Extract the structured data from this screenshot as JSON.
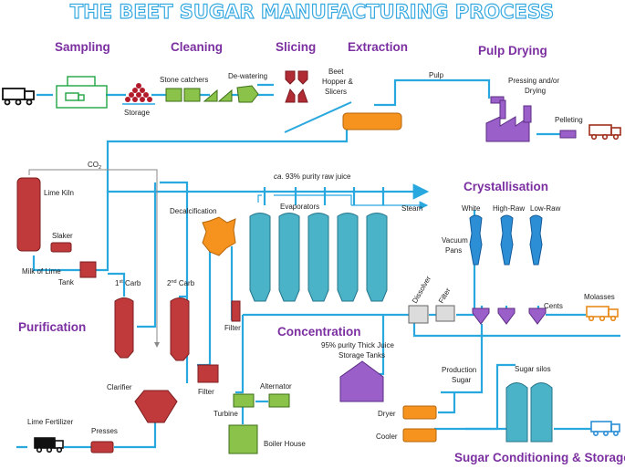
{
  "title": "THE BEET SUGAR MANUFACTURING PROCESS",
  "sections": {
    "sampling": "Sampling",
    "cleaning": "Cleaning",
    "slicing": "Slicing",
    "extraction": "Extraction",
    "pulp_drying": "Pulp Drying",
    "crystallisation": "Crystallisation",
    "purification": "Purification",
    "concentration": "Concentration",
    "conditioning": "Sugar Conditioning & Storage"
  },
  "labels": {
    "storage": "Storage",
    "stone_catchers": "Stone catchers",
    "de_watering": "De-watering",
    "hopper_1": "Beet",
    "hopper_2": "Hopper &",
    "hopper_3": "Slicers",
    "pulp": "Pulp",
    "pressing_1": "Pressing and/or",
    "pressing_2": "Drying",
    "pelleting": "Pelleting",
    "raw_juice_prefix": "ca.",
    "raw_juice": "93% purity raw juice",
    "co2": "CO",
    "co2_sub": "2",
    "lime_kiln": "Lime Kiln",
    "slaker": "Slaker",
    "milk_lime_1": "Milk of Lime",
    "milk_lime_2": "Tank",
    "carb1_num": "1",
    "carb1_sup": "st",
    "carb1_word": "Carb",
    "carb2_num": "2",
    "carb2_sup": "nd",
    "carb2_word": "Carb",
    "decalcification": "Decalcification",
    "evaporators": "Evaporators",
    "steam": "Steam",
    "filter_a": "Filter",
    "filter_b": "Filter",
    "filter_c": "Filter",
    "dissolver": "Dissolver",
    "white": "White",
    "high_raw": "High-Raw",
    "low_raw": "Low-Raw",
    "vacuum_1": "Vacuum",
    "vacuum_2": "Pans",
    "cents": "Cents",
    "molasses": "Molasses",
    "clarifier": "Clarifier",
    "alternator": "Alternator",
    "turbine": "Turbine",
    "boiler_house": "Boiler House",
    "thick_juice_1": "95% purity Thick Juice",
    "thick_juice_2": "Storage Tanks",
    "production_1": "Production",
    "production_2": "Sugar",
    "sugar_silos": "Sugar silos",
    "dryer": "Dryer",
    "cooler": "Cooler",
    "lime_fertilizer": "Lime Fertilizer",
    "presses": "Presses"
  },
  "colors": {
    "pipe": "#29a8df",
    "section": "#7b2fa0",
    "lime_red": "#c0393b",
    "orange": "#f5931e",
    "green": "#8bc34a",
    "purple": "#9a5fc9",
    "teal": "#4bb3c8",
    "blue": "#2c8fd6"
  }
}
